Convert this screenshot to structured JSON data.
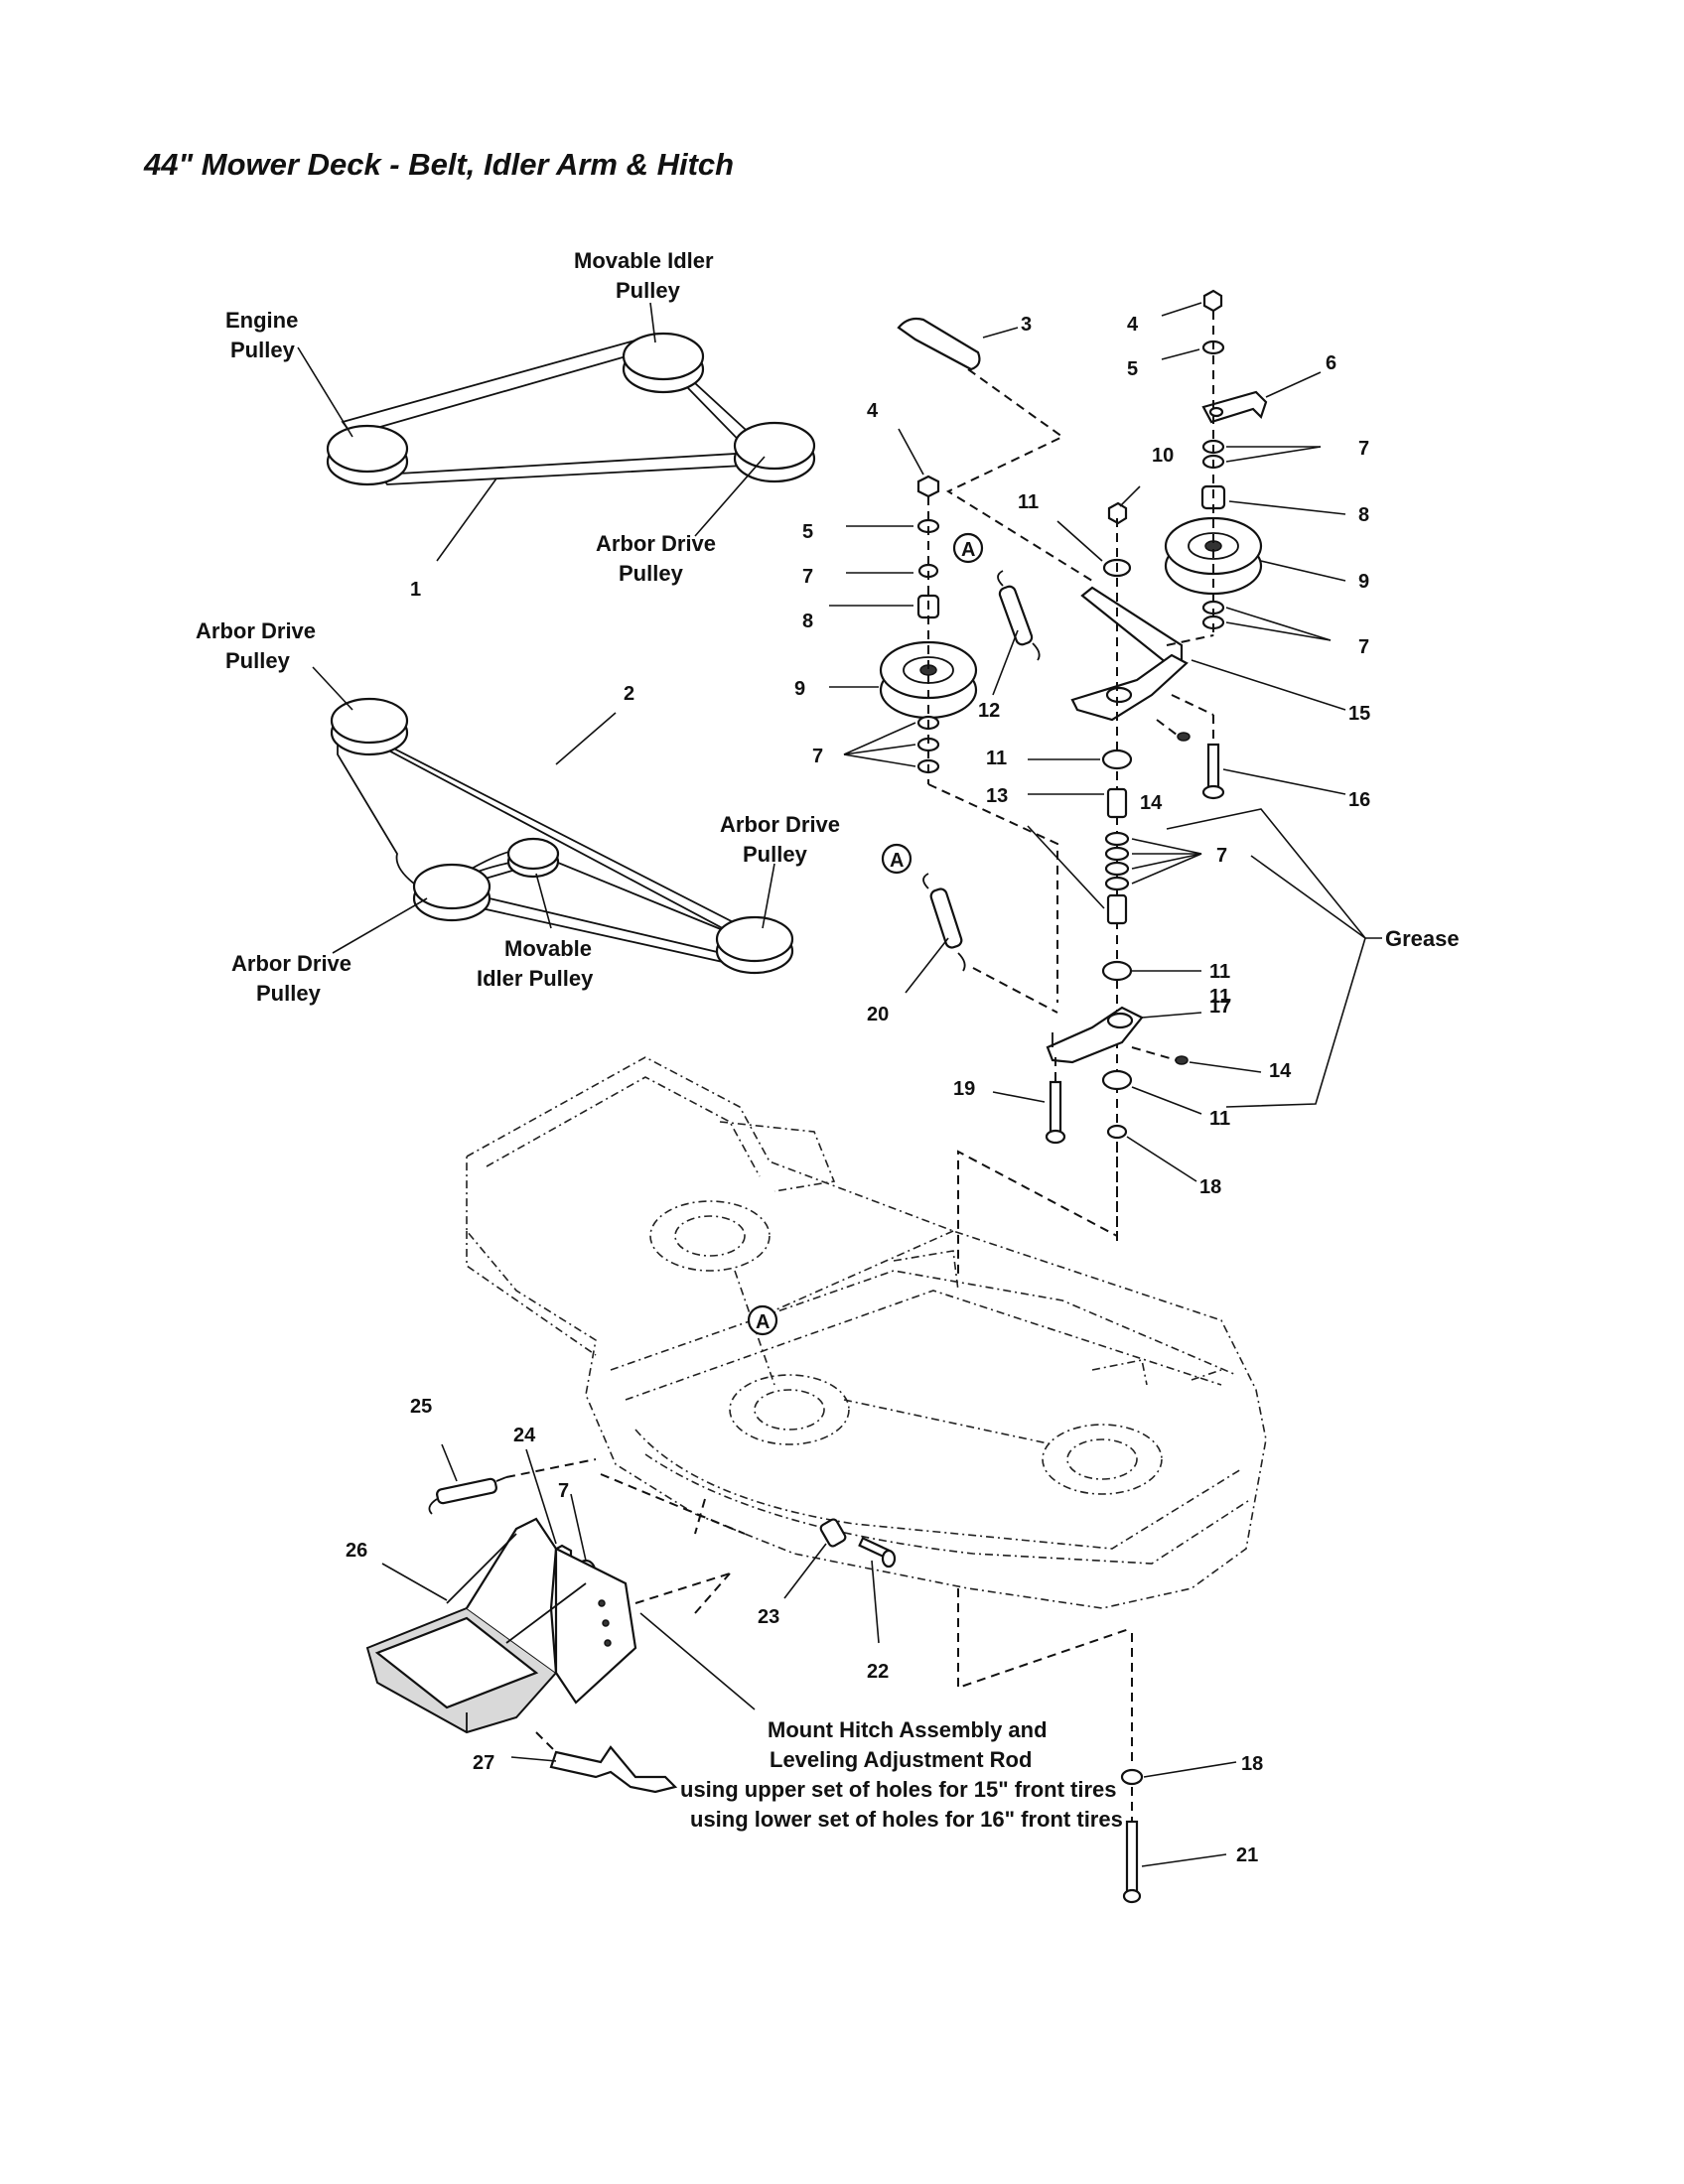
{
  "title": "44\" Mower Deck - Belt, Idler Arm & Hitch",
  "labels": {
    "engine_pulley": [
      "Engine",
      "Pulley"
    ],
    "movable_idler_pulley_top": [
      "Movable Idler",
      "Pulley"
    ],
    "arbor_drive_pulley_top": [
      "Arbor Drive",
      "Pulley"
    ],
    "arbor_drive_pulley_left": [
      "Arbor Drive",
      "Pulley"
    ],
    "arbor_drive_pulley_right": [
      "Arbor Drive",
      "Pulley"
    ],
    "arbor_drive_pulley_bottom": [
      "Arbor Drive",
      "Pulley"
    ],
    "movable_idler_pulley_bottom": [
      "Movable",
      "Idler Pulley"
    ],
    "grease": "Grease",
    "callout_a": "A",
    "hitch_note": [
      "Mount Hitch Assembly and",
      "Leveling Adjustment Rod",
      "using upper set of holes for 15\" front tires",
      "using lower set of holes for 16\" front tires"
    ]
  },
  "part_numbers": [
    "1",
    "2",
    "3",
    "4",
    "4",
    "5",
    "5",
    "6",
    "7",
    "7",
    "7",
    "7",
    "7",
    "7",
    "8",
    "8",
    "9",
    "9",
    "10",
    "11",
    "11",
    "11",
    "11",
    "11",
    "12",
    "13",
    "14",
    "14",
    "15",
    "16",
    "17",
    "18",
    "18",
    "19",
    "20",
    "21",
    "22",
    "23",
    "24",
    "25",
    "26",
    "27"
  ]
}
